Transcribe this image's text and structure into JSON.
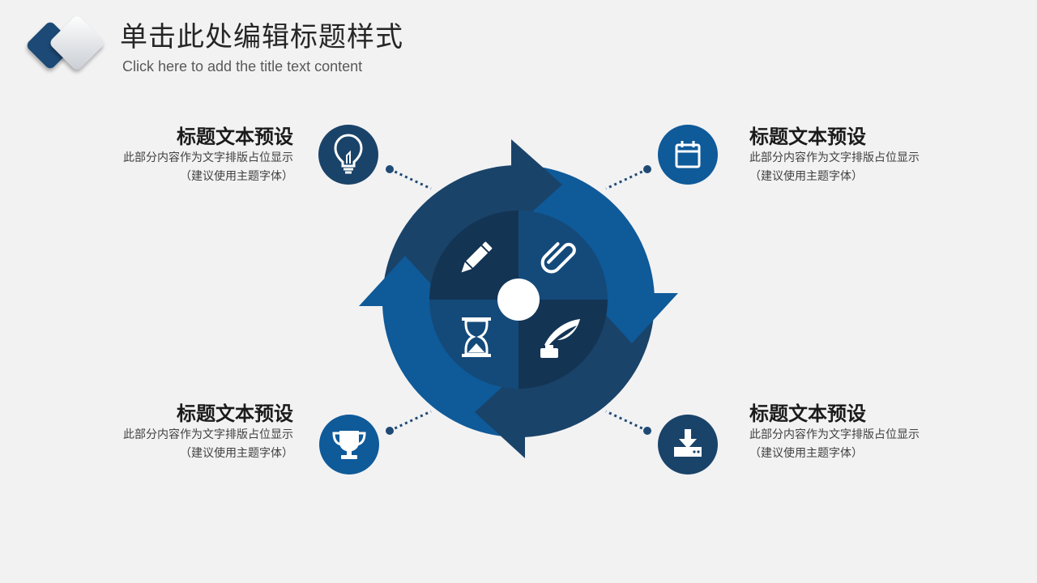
{
  "header": {
    "title": "单击此处编辑标题样式",
    "subtitle": "Click here to add the title text content"
  },
  "colors": {
    "dark_navy": "#1a4369",
    "mid_blue": "#0f5a99",
    "inner_dark": "#143454",
    "inner_mid": "#144a7a",
    "background": "#f2f2f3"
  },
  "center_icons": [
    "pencil-icon",
    "paperclip-icon",
    "hourglass-icon",
    "quill-ink-icon"
  ],
  "items": [
    {
      "title": "标题文本预设",
      "line1": "此部分内容作为文字排版占位显示",
      "line2": "（建议使用主题字体）",
      "icon": "lightbulb-icon"
    },
    {
      "title": "标题文本预设",
      "line1": "此部分内容作为文字排版占位显示",
      "line2": "（建议使用主题字体）",
      "icon": "calendar-icon"
    },
    {
      "title": "标题文本预设",
      "line1": "此部分内容作为文字排版占位显示",
      "line2": "（建议使用主题字体）",
      "icon": "trophy-icon"
    },
    {
      "title": "标题文本预设",
      "line1": "此部分内容作为文字排版占位显示",
      "line2": "（建议使用主题字体）",
      "icon": "download-icon"
    }
  ]
}
